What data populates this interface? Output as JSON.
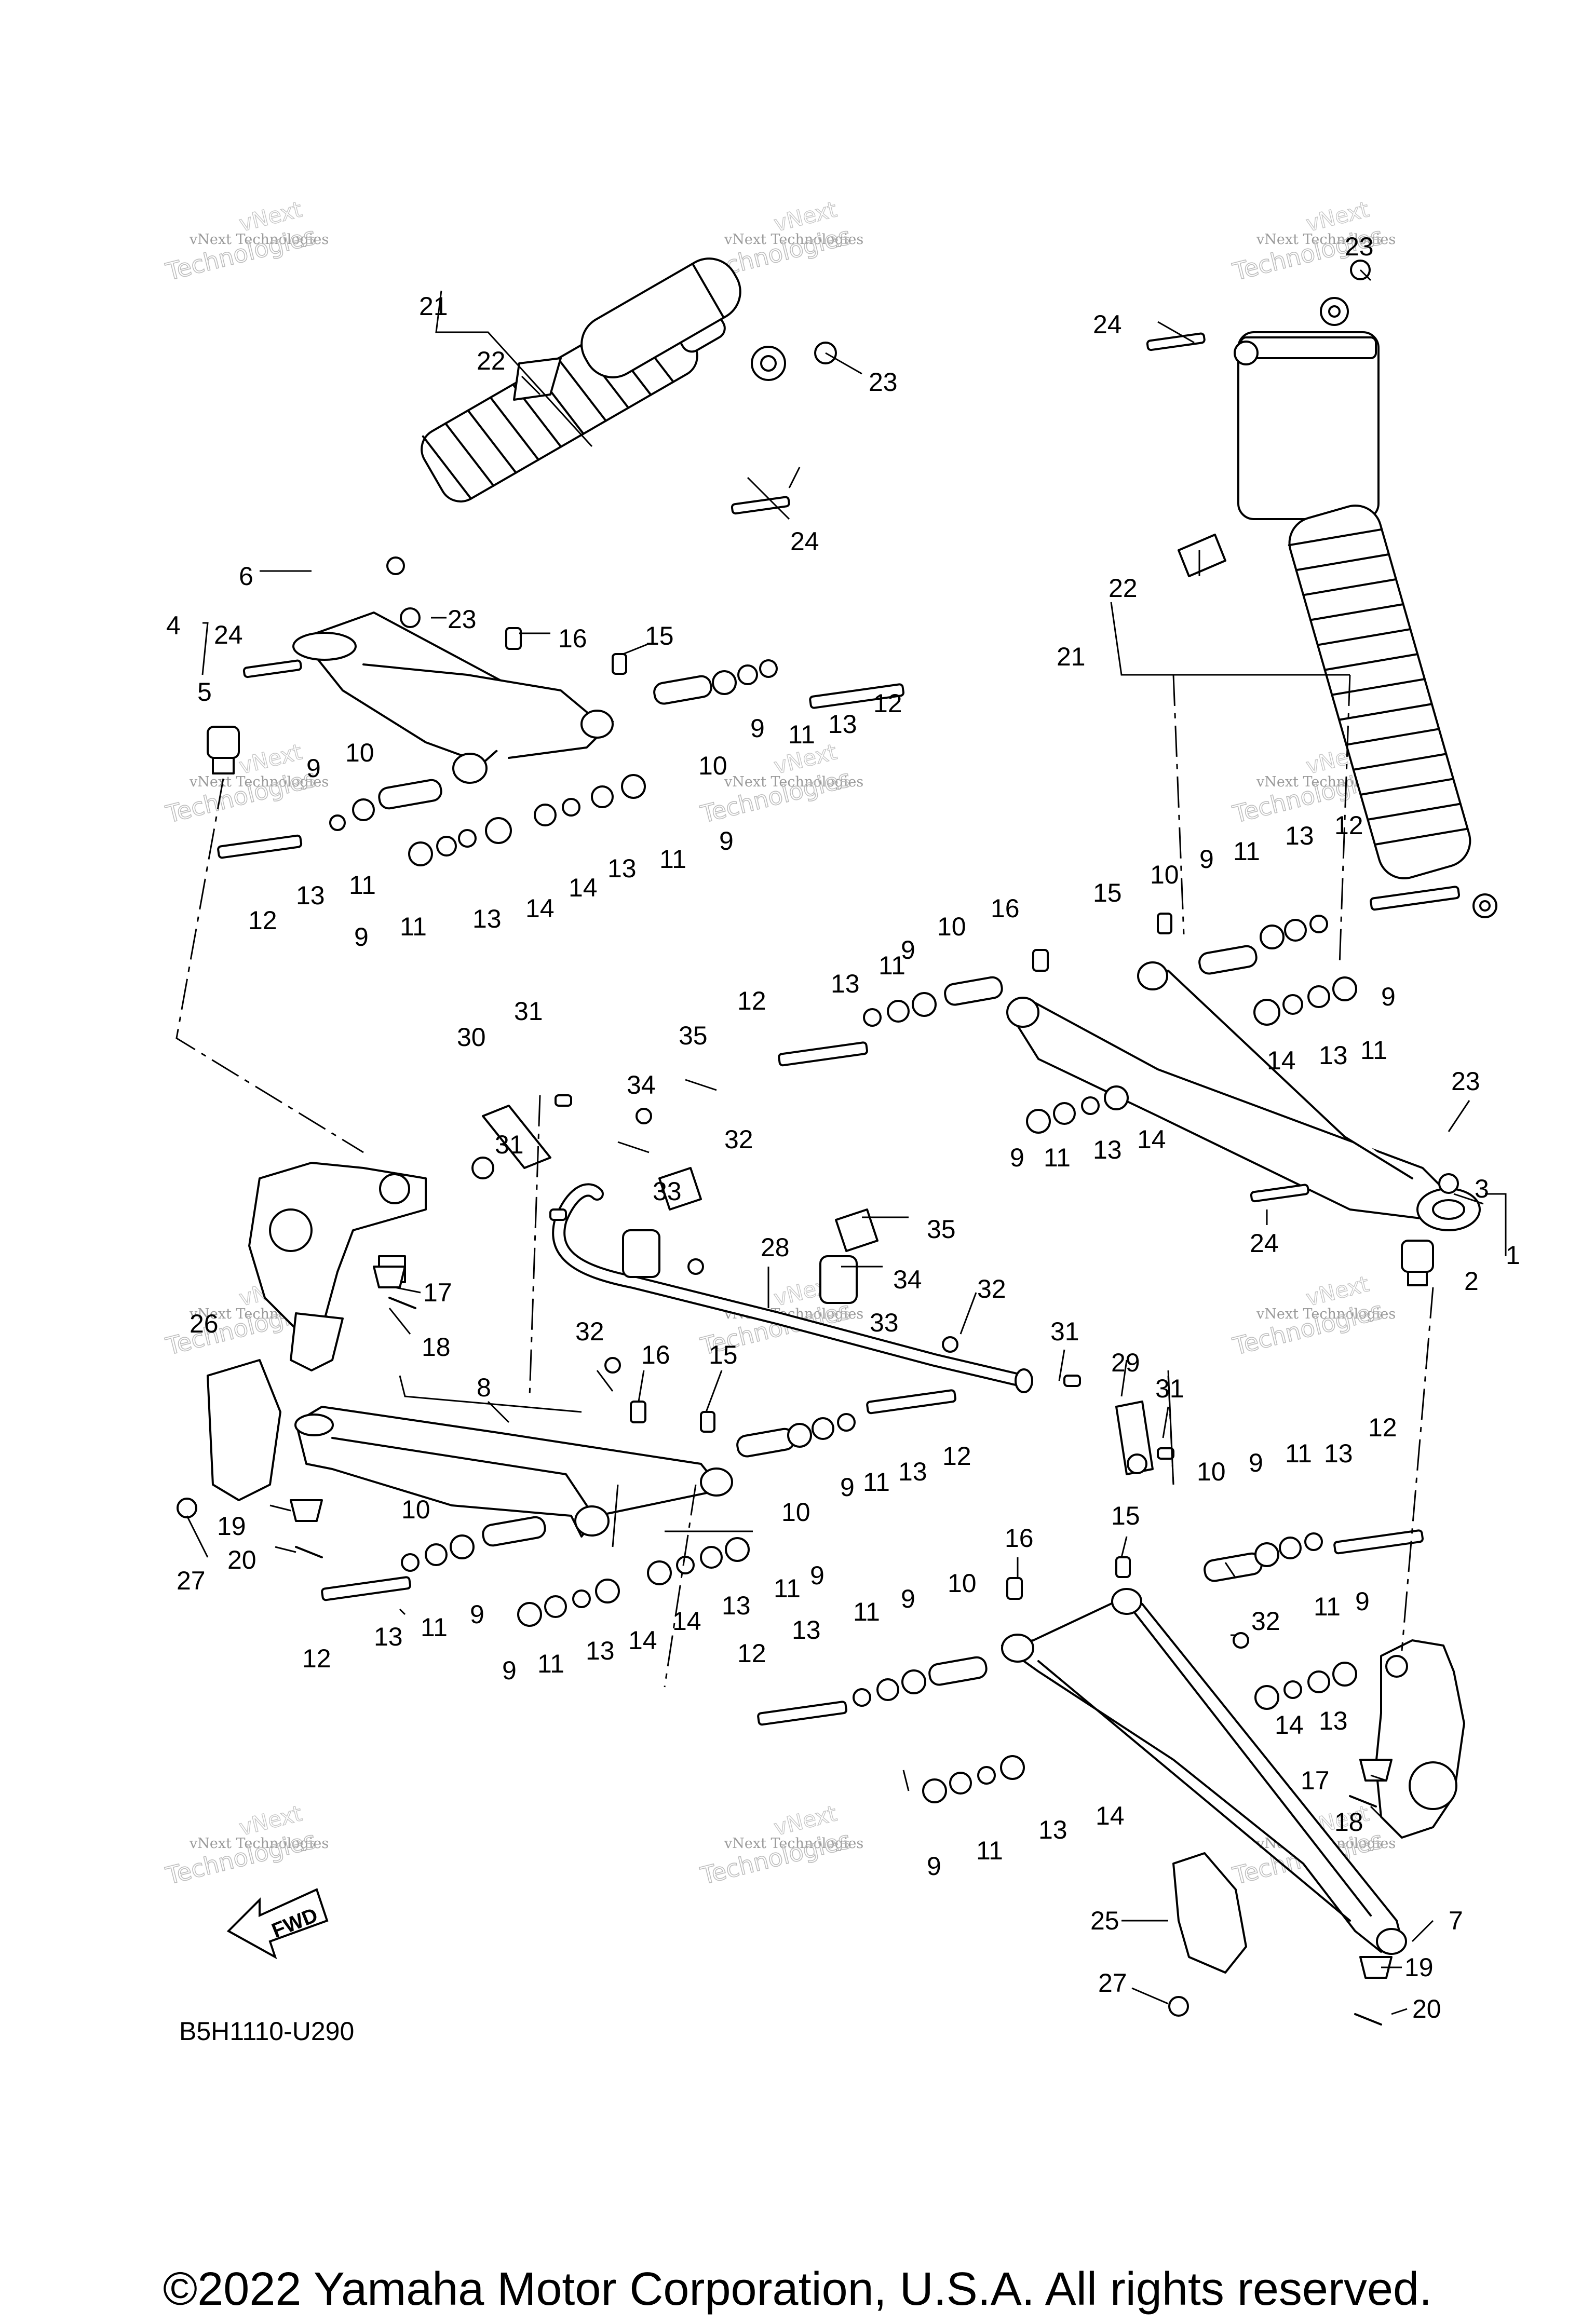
{
  "diagram": {
    "part_code": "B5H1110-U290",
    "fwd_label": "FWD",
    "copyright": "©2022 Yamaha Motor Corporation, U.S.A. All rights reserved.",
    "watermark": {
      "line1": "vNext Technologies",
      "line2": "vNext",
      "line3": "Technologies"
    },
    "callouts": [
      {
        "id": "c21a",
        "text": "21"
      },
      {
        "id": "c22a",
        "text": "22"
      },
      {
        "id": "c23a",
        "text": "23"
      },
      {
        "id": "c24a",
        "text": "24"
      },
      {
        "id": "c6",
        "text": "6"
      },
      {
        "id": "c4",
        "text": "4"
      },
      {
        "id": "c23b",
        "text": "23"
      },
      {
        "id": "c24b",
        "text": "24"
      },
      {
        "id": "c16a",
        "text": "16"
      },
      {
        "id": "c15a",
        "text": "15"
      },
      {
        "id": "c5",
        "text": "5"
      },
      {
        "id": "c10a",
        "text": "10"
      },
      {
        "id": "c9a",
        "text": "9"
      },
      {
        "id": "c9b",
        "text": "9"
      },
      {
        "id": "c11a",
        "text": "11"
      },
      {
        "id": "c13a",
        "text": "13"
      },
      {
        "id": "c12a",
        "text": "12"
      },
      {
        "id": "c10b",
        "text": "10"
      },
      {
        "id": "c9c",
        "text": "9"
      },
      {
        "id": "c11b",
        "text": "11"
      },
      {
        "id": "c13b",
        "text": "13"
      },
      {
        "id": "c12b",
        "text": "12"
      },
      {
        "id": "c13c",
        "text": "13"
      },
      {
        "id": "c11c",
        "text": "11"
      },
      {
        "id": "c9d",
        "text": "9"
      },
      {
        "id": "c11d",
        "text": "11"
      },
      {
        "id": "c13d",
        "text": "13"
      },
      {
        "id": "c14a",
        "text": "14"
      },
      {
        "id": "c14b",
        "text": "14"
      },
      {
        "id": "c13e",
        "text": "13"
      },
      {
        "id": "c11e",
        "text": "11"
      },
      {
        "id": "c23c",
        "text": "23"
      },
      {
        "id": "c24c",
        "text": "24"
      },
      {
        "id": "c22b",
        "text": "22"
      },
      {
        "id": "c21b",
        "text": "21"
      },
      {
        "id": "c12c",
        "text": "12"
      },
      {
        "id": "c13f",
        "text": "13"
      },
      {
        "id": "c11f",
        "text": "11"
      },
      {
        "id": "c9e",
        "text": "9"
      },
      {
        "id": "c10c",
        "text": "10"
      },
      {
        "id": "c15b",
        "text": "15"
      },
      {
        "id": "c14c",
        "text": "14"
      },
      {
        "id": "c13g",
        "text": "13"
      },
      {
        "id": "c11g",
        "text": "11"
      },
      {
        "id": "c9f",
        "text": "9"
      },
      {
        "id": "c12d",
        "text": "12"
      },
      {
        "id": "c13h",
        "text": "13"
      },
      {
        "id": "c11h",
        "text": "11"
      },
      {
        "id": "c9g",
        "text": "9"
      },
      {
        "id": "c10d",
        "text": "10"
      },
      {
        "id": "c16b",
        "text": "16"
      },
      {
        "id": "c23d",
        "text": "23"
      },
      {
        "id": "c3",
        "text": "3"
      },
      {
        "id": "c1",
        "text": "1"
      },
      {
        "id": "c2",
        "text": "2"
      },
      {
        "id": "c9h",
        "text": "9"
      },
      {
        "id": "c11i",
        "text": "11"
      },
      {
        "id": "c13i",
        "text": "13"
      },
      {
        "id": "c14d",
        "text": "14"
      },
      {
        "id": "c24d",
        "text": "24"
      },
      {
        "id": "c31a",
        "text": "31"
      },
      {
        "id": "c30",
        "text": "30"
      },
      {
        "id": "c35a",
        "text": "35"
      },
      {
        "id": "c34a",
        "text": "34"
      },
      {
        "id": "c31b",
        "text": "31"
      },
      {
        "id": "c32a",
        "text": "32"
      },
      {
        "id": "c33a",
        "text": "33"
      },
      {
        "id": "c35b",
        "text": "35"
      },
      {
        "id": "c28",
        "text": "28"
      },
      {
        "id": "c34b",
        "text": "34"
      },
      {
        "id": "c33b",
        "text": "33"
      },
      {
        "id": "c32b",
        "text": "32"
      },
      {
        "id": "c17a",
        "text": "17"
      },
      {
        "id": "c18a",
        "text": "18"
      },
      {
        "id": "c26",
        "text": "26"
      },
      {
        "id": "c32c",
        "text": "32"
      },
      {
        "id": "c16c",
        "text": "16"
      },
      {
        "id": "c15c",
        "text": "15"
      },
      {
        "id": "c8",
        "text": "8"
      },
      {
        "id": "c31c",
        "text": "31"
      },
      {
        "id": "c29",
        "text": "29"
      },
      {
        "id": "c31d",
        "text": "31"
      },
      {
        "id": "c12e",
        "text": "12"
      },
      {
        "id": "c13j",
        "text": "13"
      },
      {
        "id": "c11j",
        "text": "11"
      },
      {
        "id": "c9i",
        "text": "9"
      },
      {
        "id": "c10e",
        "text": "10"
      },
      {
        "id": "c19a",
        "text": "19"
      },
      {
        "id": "c20a",
        "text": "20"
      },
      {
        "id": "c27a",
        "text": "27"
      },
      {
        "id": "c10f",
        "text": "10"
      },
      {
        "id": "c10g",
        "text": "10"
      },
      {
        "id": "c9j",
        "text": "9"
      },
      {
        "id": "c11k",
        "text": "11"
      },
      {
        "id": "c13k",
        "text": "13"
      },
      {
        "id": "c12f",
        "text": "12"
      },
      {
        "id": "c13l",
        "text": "13"
      },
      {
        "id": "c11l",
        "text": "11"
      },
      {
        "id": "c9k",
        "text": "9"
      },
      {
        "id": "c9l",
        "text": "9"
      },
      {
        "id": "c11m",
        "text": "11"
      },
      {
        "id": "c13m",
        "text": "13"
      },
      {
        "id": "c14e",
        "text": "14"
      },
      {
        "id": "c14f",
        "text": "14"
      },
      {
        "id": "c13n",
        "text": "13"
      },
      {
        "id": "c11n",
        "text": "11"
      },
      {
        "id": "c9m",
        "text": "9"
      },
      {
        "id": "c10h",
        "text": "10"
      },
      {
        "id": "c9n",
        "text": "9"
      },
      {
        "id": "c11o",
        "text": "11"
      },
      {
        "id": "c13o",
        "text": "13"
      },
      {
        "id": "c12g",
        "text": "12"
      },
      {
        "id": "c16d",
        "text": "16"
      },
      {
        "id": "c15d",
        "text": "15"
      },
      {
        "id": "c10i",
        "text": "10"
      },
      {
        "id": "c9o",
        "text": "9"
      },
      {
        "id": "c11p",
        "text": "11"
      },
      {
        "id": "c13p",
        "text": "13"
      },
      {
        "id": "c12h",
        "text": "12"
      },
      {
        "id": "c32d",
        "text": "32"
      },
      {
        "id": "c11q",
        "text": "11"
      },
      {
        "id": "c9p",
        "text": "9"
      },
      {
        "id": "c14g",
        "text": "14"
      },
      {
        "id": "c13q",
        "text": "13"
      },
      {
        "id": "c17b",
        "text": "17"
      },
      {
        "id": "c18b",
        "text": "18"
      },
      {
        "id": "c9q",
        "text": "9"
      },
      {
        "id": "c11r",
        "text": "11"
      },
      {
        "id": "c13r",
        "text": "13"
      },
      {
        "id": "c14h",
        "text": "14"
      },
      {
        "id": "c25",
        "text": "25"
      },
      {
        "id": "c7",
        "text": "7"
      },
      {
        "id": "c27b",
        "text": "27"
      },
      {
        "id": "c19b",
        "text": "19"
      },
      {
        "id": "c20b",
        "text": "20"
      }
    ]
  }
}
